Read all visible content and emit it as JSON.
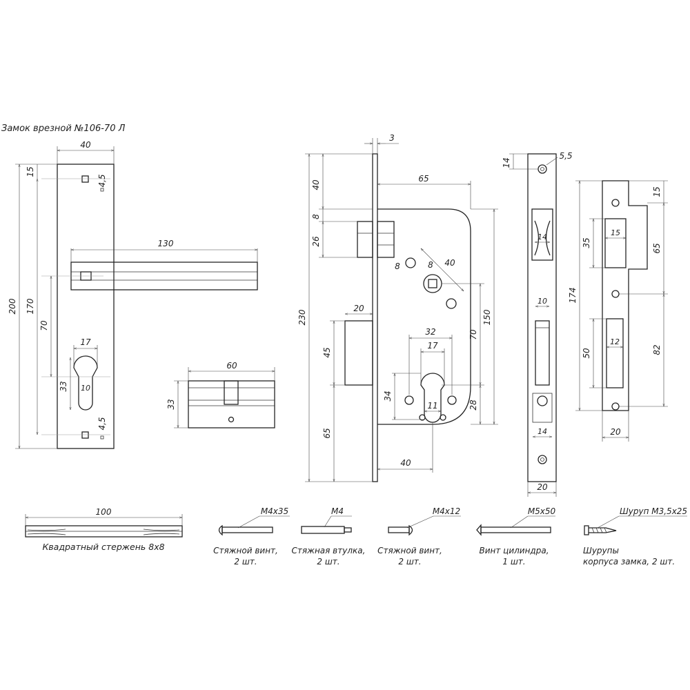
{
  "title": "Замок врезной №106-70 Л",
  "handle": {
    "width": "40",
    "height": "200",
    "hole_spacing": "170",
    "top_offset": "15",
    "hole_size_top": "4,5",
    "hole_size_bottom": "4,5",
    "lever_length": "130",
    "lever_to_key": "70",
    "key_width": "17",
    "key_height": "33",
    "key_radius": "10"
  },
  "cylinder": {
    "length": "60",
    "height": "33"
  },
  "lock_body": {
    "faceplate_thickness": "3",
    "top_to_latch": "40",
    "latch_gap": "8",
    "latch_height": "26",
    "overall_height": "230",
    "bolt_width": "20",
    "bolt_height": "45",
    "bottom_to_bolt": "65",
    "backset": "65",
    "hole_8a": "8",
    "hole_8b": "8",
    "diag_40": "40",
    "hole_spacing_32": "32",
    "hole_spacing_17": "17",
    "cyl_height_34": "34",
    "cyl_width_11": "11",
    "center_distance": "70",
    "body_height": "150",
    "bottom_28": "28",
    "cyl_backset": "40"
  },
  "faceplate": {
    "top_offset": "14",
    "hole": "5,5",
    "slot_width_top": "14",
    "slot_width_mid": "10",
    "slot_width_bottom": "14",
    "width": "20"
  },
  "strike": {
    "top": "15",
    "height": "174",
    "upper_cutout_height": "35",
    "upper_cutout_width": "15",
    "upper_span": "65",
    "lower_cutout_height": "50",
    "lower_cutout_width": "12",
    "lower_span": "82",
    "width": "20"
  },
  "accessories": {
    "rod_length": "100",
    "rod_caption": "Квадратный стержень 8х8",
    "items": [
      {
        "size": "М4х35",
        "caption_1": "Стяжной винт,",
        "caption_2": "2 шт."
      },
      {
        "size": "М4",
        "caption_1": "Стяжная втулка,",
        "caption_2": "2 шт."
      },
      {
        "size": "М4х12",
        "caption_1": "Стяжной винт,",
        "caption_2": "2 шт."
      },
      {
        "size": "М5х50",
        "caption_1": "Винт цилиндра,",
        "caption_2": "1 шт."
      },
      {
        "size": "Шуруп М3,5х25",
        "caption_1": "Шурупы",
        "caption_2": "корпуса замка, 2 шт."
      }
    ]
  }
}
